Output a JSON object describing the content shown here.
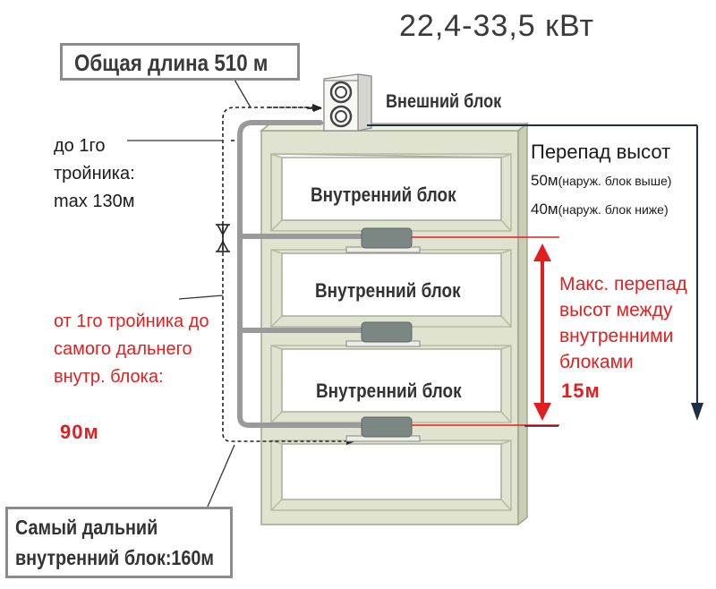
{
  "power_range": "22,4-33,5 кВт",
  "total_length": "Общая длина 510 м",
  "outdoor_unit": "Внешний блок",
  "indoor_units": [
    "Внутренний блок",
    "Внутренний блок",
    "Внутренний блок"
  ],
  "first_branch": {
    "label": "до 1го тройника:",
    "value": "max 130м"
  },
  "branch_to_farthest": {
    "label": "от 1го тройника до самого дальнего внутр. блока:",
    "value": "90м"
  },
  "height_difference": {
    "title": "Перепад высот",
    "outdoor_above_value": "50м",
    "outdoor_above_note": "(наруж. блок выше)",
    "outdoor_below_value": "40м",
    "outdoor_below_note": "(наруж. блок ниже)"
  },
  "max_indoor_difference": {
    "label": "Макс. перепад высот между внутренними блоками",
    "value": "15м"
  },
  "farthest_unit": {
    "label": "Самый дальний внутренний блок:",
    "value": "160м"
  },
  "colors": {
    "accent_red": "#e02020",
    "building_fill": "#dfe3cf",
    "pipe": "#9a9a9a",
    "unit": "#7c8784"
  }
}
